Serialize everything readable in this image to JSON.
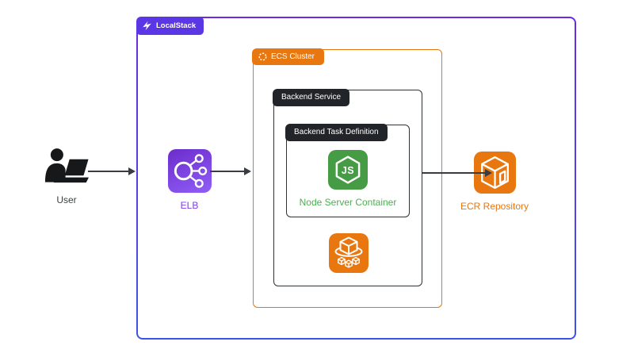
{
  "clusters": {
    "localstack": {
      "label": "LocalStack"
    },
    "ecs_cluster": {
      "label": "ECS Cluster"
    },
    "backend_service": {
      "label": "Backend Service"
    },
    "task_definition": {
      "label": "Backend Task Definition"
    }
  },
  "nodes": {
    "user": {
      "label": "User"
    },
    "elb": {
      "label": "ELB"
    },
    "node_server": {
      "label": "Node Server Container",
      "badge": "JS"
    },
    "ecr": {
      "label": "ECR Repository"
    }
  },
  "colors": {
    "orange": "#E8770F",
    "purple": "#6A2BE2",
    "blue": "#3D53E8",
    "tag_purple": "#5B36E4",
    "dark_tag": "#212529",
    "dark_border": "#2E3338",
    "node_green": "#469C44",
    "node_label": "#4CAF50",
    "elb_label": "#7E3BF0",
    "user_label": "#3C4043",
    "arrow": "#393D42",
    "elb_grad_start": "#6D2FCE",
    "elb_grad_end": "#8F5BF5"
  }
}
